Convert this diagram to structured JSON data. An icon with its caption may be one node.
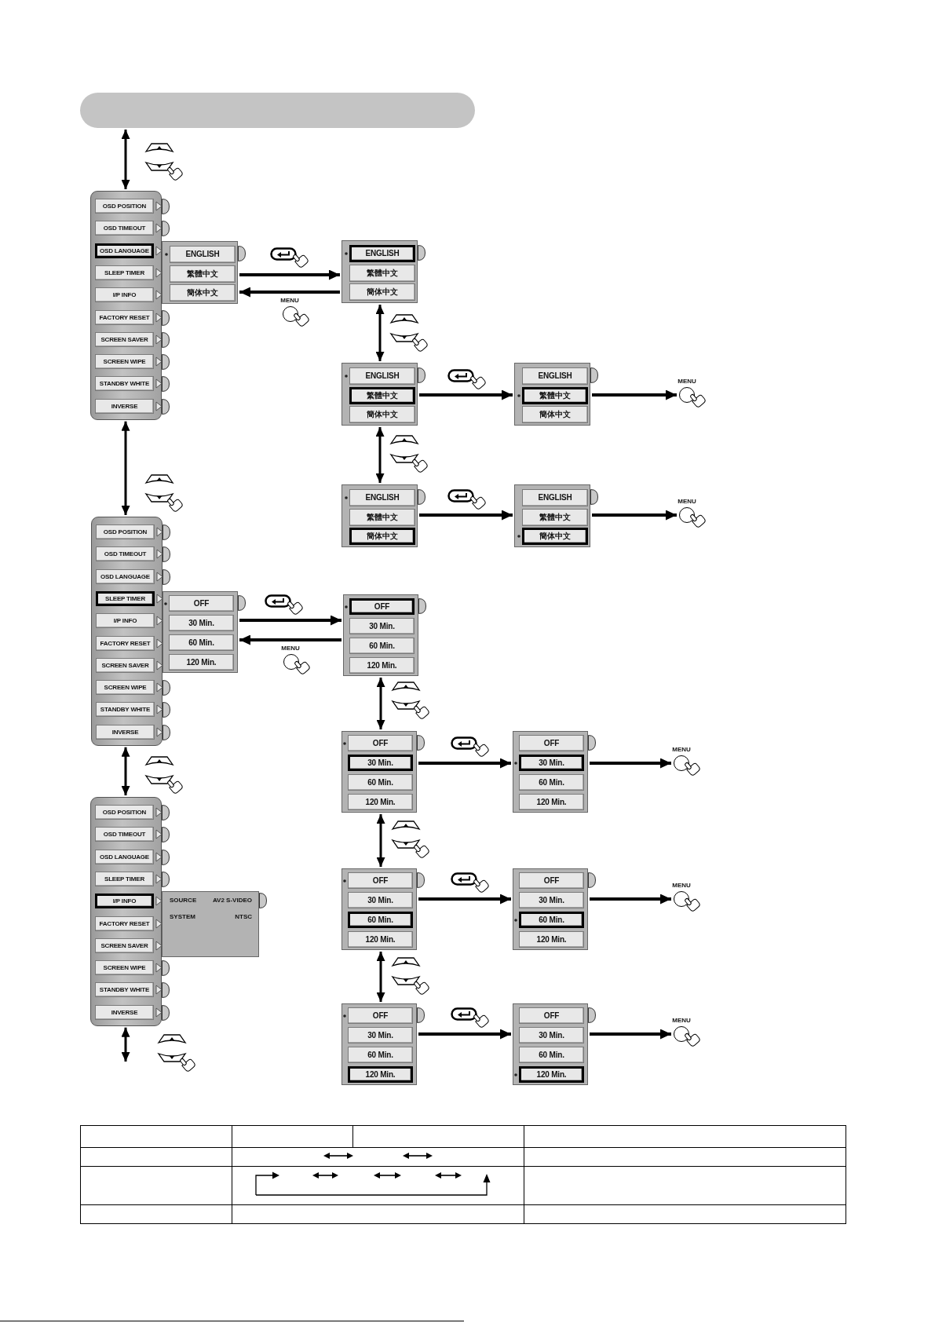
{
  "diagram": {
    "nodes": [
      {
        "text": [],
        "shape": "box"
      },
      {
        "text": [
          "OSD POSITION"
        ],
        "in": 0
      },
      {
        "text": [
          "OSD TIMEOUT"
        ],
        "in": 0
      },
      {
        "text": [
          "OSD LANGUAGE"
        ],
        "in": 0
      },
      {
        "text": [
          "SLEEP TIMER"
        ],
        "in": 0
      },
      {
        "text": [
          "I/P INFO"
        ],
        "in": 0
      },
      {
        "text": [
          "FACTORY RESET"
        ],
        "in": 0
      },
      {
        "text": [
          "SCREEN SAVER"
        ],
        "in": 0
      },
      {
        "text": [
          "SCREEN WIPE"
        ],
        "in": 0
      },
      {
        "text": [
          "STANDBY WHITE"
        ],
        "in": 0
      },
      {
        "text": [
          "INVERSE"
        ],
        "in": 0
      },
      {
        "text": [],
        "shape": "box"
      },
      {
        "text": [
          "ENGLISH"
        ],
        "in": 11
      },
      {
        "text": [
          "繁體中文"
        ],
        "in": 11
      },
      {
        "text": [
          "簡体中文"
        ],
        "in": 11
      },
      {
        "text": [],
        "shape": "box"
      },
      {
        "text": [
          "ENGLISH"
        ],
        "in": 15
      },
      {
        "text": [
          "繁體中文"
        ],
        "in": 15
      },
      {
        "text": [
          "簡体中文"
        ],
        "in": 15
      },
      {
        "text": [],
        "shape": "box"
      },
      {
        "text": [
          "ENGLISH"
        ],
        "in": 19
      },
      {
        "text": [
          "繁體中文"
        ],
        "in": 19
      },
      {
        "text": [
          "簡体中文"
        ],
        "in": 19
      },
      {
        "text": [],
        "shape": "box"
      },
      {
        "text": [
          "ENGLISH"
        ],
        "in": 23
      },
      {
        "text": [
          "繁體中文"
        ],
        "in": 23
      },
      {
        "text": [
          "簡体中文"
        ],
        "in": 23
      },
      {
        "text": [
          "MENU"
        ]
      },
      {
        "text": [],
        "shape": "box"
      },
      {
        "text": [
          "ENGLISH"
        ],
        "in": 28
      },
      {
        "text": [
          "繁體中文"
        ],
        "in": 28
      },
      {
        "text": [
          "簡体中文"
        ],
        "in": 28
      },
      {
        "text": [],
        "shape": "box"
      },
      {
        "text": [
          "ENGLISH"
        ],
        "in": 32
      },
      {
        "text": [
          "繁體中文"
        ],
        "in": 32
      },
      {
        "text": [
          "簡体中文"
        ],
        "in": 32
      },
      {
        "text": [
          "MENU"
        ]
      },
      {
        "text": [],
        "shape": "box"
      },
      {
        "text": [
          "OSD POSITION"
        ],
        "in": 37
      },
      {
        "text": [
          "OSD TIMEOUT"
        ],
        "in": 37
      },
      {
        "text": [
          "OSD LANGUAGE"
        ],
        "in": 37
      },
      {
        "text": [
          "SLEEP TIMER"
        ],
        "in": 37
      },
      {
        "text": [
          "I/P INFO"
        ],
        "in": 37
      },
      {
        "text": [
          "FACTORY RESET"
        ],
        "in": 37
      },
      {
        "text": [
          "SCREEN SAVER"
        ],
        "in": 37
      },
      {
        "text": [
          "SCREEN WIPE"
        ],
        "in": 37
      },
      {
        "text": [
          "STANDBY WHITE"
        ],
        "in": 37
      },
      {
        "text": [
          "INVERSE"
        ],
        "in": 37
      },
      {
        "text": [],
        "shape": "box"
      },
      {
        "text": [
          "OFF"
        ],
        "in": 48
      },
      {
        "text": [
          "30 Min."
        ],
        "in": 48
      },
      {
        "text": [
          "60 Min."
        ],
        "in": 48
      },
      {
        "text": [
          "120 Min."
        ],
        "in": 48
      },
      {
        "text": [],
        "shape": "box"
      },
      {
        "text": [
          "OFF"
        ],
        "in": 53
      },
      {
        "text": [
          "30 Min."
        ],
        "in": 53
      },
      {
        "text": [
          "60 Min."
        ],
        "in": 53
      },
      {
        "text": [
          "120 Min."
        ],
        "in": 53
      },
      {
        "text": [],
        "shape": "box"
      },
      {
        "text": [
          "OFF"
        ],
        "in": 58
      },
      {
        "text": [
          "30 Min."
        ],
        "in": 58
      },
      {
        "text": [
          "60 Min."
        ],
        "in": 58
      },
      {
        "text": [
          "120 Min."
        ],
        "in": 58
      },
      {
        "text": [],
        "shape": "box"
      },
      {
        "text": [
          "OFF"
        ],
        "in": 63
      },
      {
        "text": [
          "30 Min."
        ],
        "in": 63
      },
      {
        "text": [
          "60 Min."
        ],
        "in": 63
      },
      {
        "text": [
          "120 Min."
        ],
        "in": 63
      },
      {
        "text": [
          "MENU"
        ]
      },
      {
        "text": [],
        "shape": "box"
      },
      {
        "text": [
          "OFF"
        ],
        "in": 69
      },
      {
        "text": [
          "30 Min."
        ],
        "in": 69
      },
      {
        "text": [
          "60 Min."
        ],
        "in": 69
      },
      {
        "text": [
          "120 Min."
        ],
        "in": 69
      },
      {
        "text": [],
        "shape": "box"
      },
      {
        "text": [
          "OFF"
        ],
        "in": 74
      },
      {
        "text": [
          "30 Min."
        ],
        "in": 74
      },
      {
        "text": [
          "60 Min."
        ],
        "in": 74
      },
      {
        "text": [
          "120 Min."
        ],
        "in": 74
      },
      {
        "text": [
          "MENU"
        ]
      },
      {
        "text": [],
        "shape": "box"
      },
      {
        "text": [
          "OFF"
        ],
        "in": 80
      },
      {
        "text": [
          "30 Min."
        ],
        "in": 80
      },
      {
        "text": [
          "60 Min."
        ],
        "in": 80
      },
      {
        "text": [
          "120 Min."
        ],
        "in": 80
      },
      {
        "text": [],
        "shape": "box"
      },
      {
        "text": [
          "OFF"
        ],
        "in": 85
      },
      {
        "text": [
          "30 Min."
        ],
        "in": 85
      },
      {
        "text": [
          "60 Min."
        ],
        "in": 85
      },
      {
        "text": [
          "120 Min."
        ],
        "in": 85
      },
      {
        "text": [
          "MENU"
        ]
      },
      {
        "text": [],
        "shape": "box"
      },
      {
        "text": [
          "OSD POSITION"
        ],
        "in": 91
      },
      {
        "text": [
          "OSD TIMEOUT"
        ],
        "in": 91
      },
      {
        "text": [
          "OSD LANGUAGE"
        ],
        "in": 91
      },
      {
        "text": [
          "SLEEP TIMER"
        ],
        "in": 91
      },
      {
        "text": [
          "I/P INFO"
        ],
        "in": 91
      },
      {
        "text": [
          "FACTORY RESET"
        ],
        "in": 91
      },
      {
        "text": [
          "SCREEN SAVER"
        ],
        "in": 91
      },
      {
        "text": [
          "SCREEN WIPE"
        ],
        "in": 91
      },
      {
        "text": [
          "STANDBY WHITE"
        ],
        "in": 91
      },
      {
        "text": [
          "INVERSE"
        ],
        "in": 91
      },
      {
        "text": [
          "SOURCE",
          "AV2 S-VIDEO",
          "SYSTEM",
          "NTSC"
        ]
      },
      {
        "text": [],
        "shape": "bar"
      }
    ],
    "edges": [
      {
        "from": 103,
        "to": 0,
        "arrow": "both"
      },
      {
        "from": 0,
        "to": 37,
        "arrow": "both"
      },
      {
        "from": 37,
        "to": 91,
        "arrow": "both"
      },
      {
        "from": 91,
        "to": null,
        "arrow": "both"
      },
      {
        "from": 11,
        "to": 15,
        "arrow": "to"
      },
      {
        "from": 15,
        "to": 11,
        "arrow": "to",
        "label": "MENU"
      },
      {
        "from": 15,
        "to": 19,
        "arrow": "both"
      },
      {
        "from": 19,
        "to": 23,
        "arrow": "to"
      },
      {
        "from": 23,
        "to": 27,
        "arrow": "to"
      },
      {
        "from": 19,
        "to": 28,
        "arrow": "both"
      },
      {
        "from": 28,
        "to": 32,
        "arrow": "to"
      },
      {
        "from": 32,
        "to": 36,
        "arrow": "to"
      },
      {
        "from": 48,
        "to": 53,
        "arrow": "to"
      },
      {
        "from": 53,
        "to": 48,
        "arrow": "to",
        "label": "MENU"
      },
      {
        "from": 53,
        "to": 58,
        "arrow": "both"
      },
      {
        "from": 58,
        "to": 63,
        "arrow": "to"
      },
      {
        "from": 63,
        "to": 68,
        "arrow": "to"
      },
      {
        "from": 58,
        "to": 69,
        "arrow": "both"
      },
      {
        "from": 69,
        "to": 74,
        "arrow": "to"
      },
      {
        "from": 74,
        "to": 79,
        "arrow": "to"
      },
      {
        "from": 69,
        "to": 80,
        "arrow": "both"
      },
      {
        "from": 80,
        "to": 85,
        "arrow": "to"
      },
      {
        "from": 85,
        "to": 90,
        "arrow": "to"
      }
    ]
  }
}
